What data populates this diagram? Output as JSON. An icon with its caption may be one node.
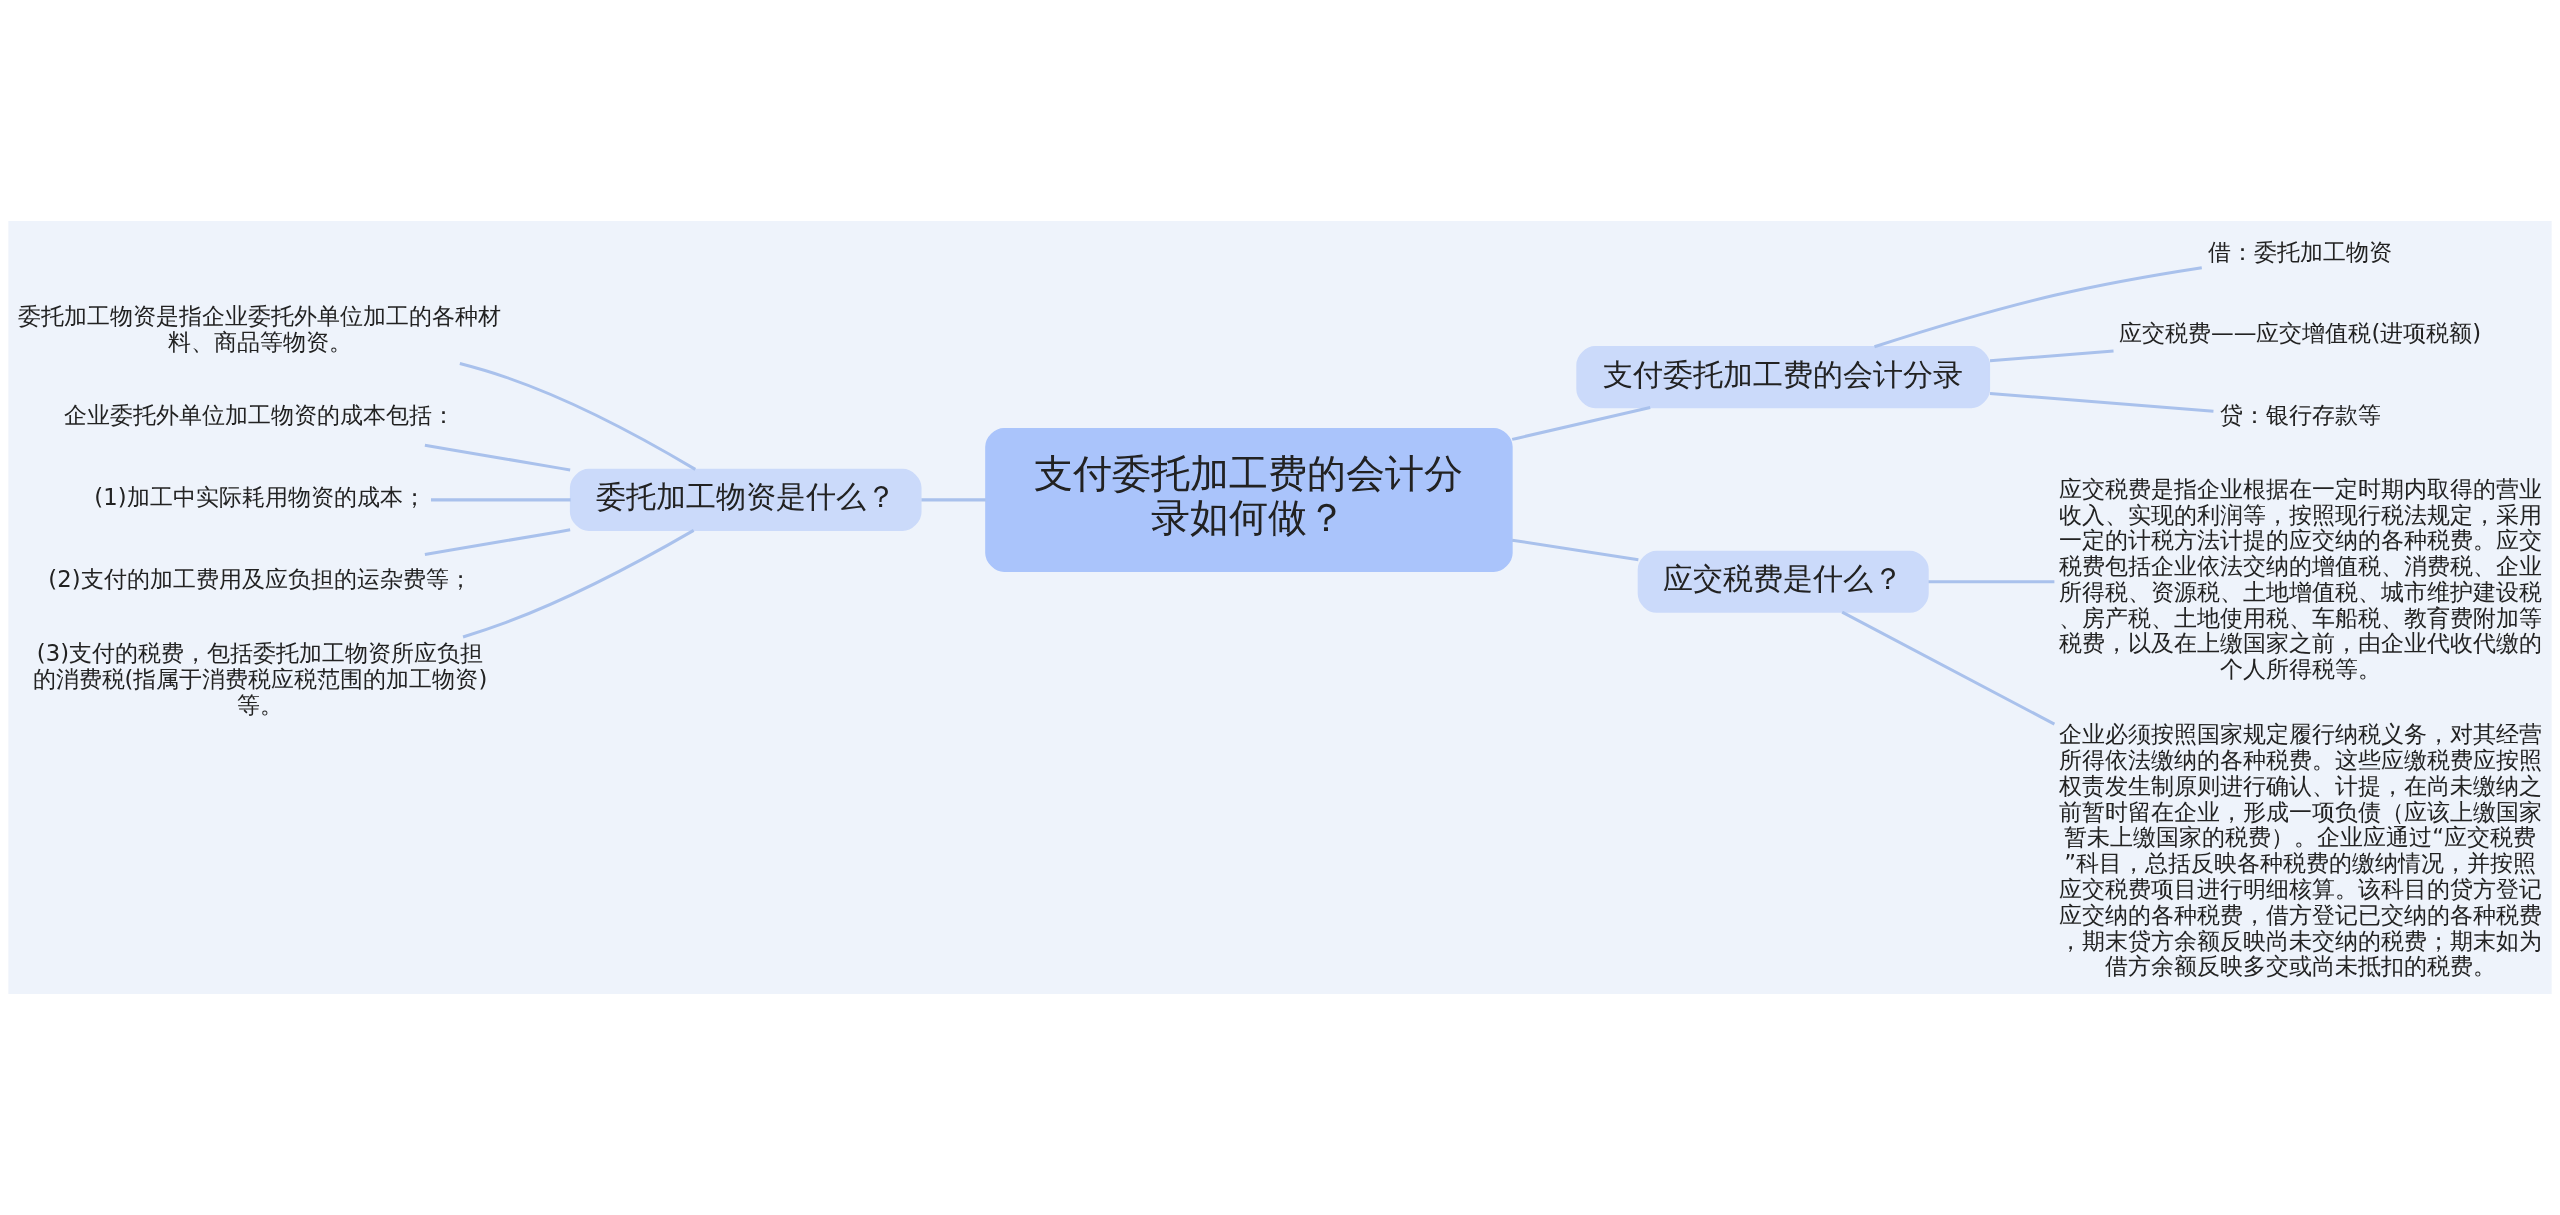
{
  "diagram": {
    "nodes": [
      {
        "text": [
          "支付委托加工费的会计分录如何做？"
        ]
      },
      {
        "text": [
          "委托加工物资是什么？"
        ]
      },
      {
        "text": [
          "委托加工物资是指企业委托外单位加工的各种材料、商品等物资。"
        ]
      },
      {
        "text": [
          "企业委托外单位加工物资的成本包括："
        ]
      },
      {
        "text": [
          "(1)加工中实际耗用物资的成本；"
        ]
      },
      {
        "text": [
          "(2)支付的加工费用及应负担的运杂费等；"
        ]
      },
      {
        "text": [
          "(3)支付的税费，包括委托加工物资所应负担的消费税(指属于消费税应税范围的加工物资)等。"
        ]
      },
      {
        "text": [
          "支付委托加工费的会计分录"
        ]
      },
      {
        "text": [
          "借：委托加工物资"
        ]
      },
      {
        "text": [
          "应交税费——应交增值税(进项税额)"
        ]
      },
      {
        "text": [
          "贷：银行存款等"
        ]
      },
      {
        "text": [
          "应交税费是什么？"
        ]
      },
      {
        "text": [
          "应交税费是指企业根据在一定时期内取得的营业收入、实现的利润等，按照现行税法规定，采用一定的计税方法计提的应交纳的各种税费。应交税费包括企业依法交纳的增值税、消费税、企业所得税、资源税、土地增值税、城市维护建设税、房产税、土地使用税、车船税、教育费附加等税费，以及在上缴国家之前，由企业代收代缴的个人所得税等。"
        ]
      },
      {
        "text": [
          "企业必须按照国家规定履行纳税义务，对其经营所得依法缴纳的各种税费。这些应缴税费应按照权责发生制原则进行确认、计提，在尚未缴纳之前暂时留在企业，形成一项负债（应该上缴国家暂未上缴国家的税费）。企业应通过“应交税费”科目，总括反映各种税费的缴纳情况，并按照应交税费项目进行明细核算。该科目的贷方登记应交纳的各种税费，借方登记已交纳的各种税费，期末贷方余额反映尚未交纳的税费；期末如为借方余额反映多交或尚未抵扣的税费。"
        ]
      }
    ],
    "edges": [
      {
        "from": 0,
        "to": 1,
        "arrow": "none"
      },
      {
        "from": 1,
        "to": 2,
        "arrow": "none"
      },
      {
        "from": 1,
        "to": 3,
        "arrow": "none"
      },
      {
        "from": 1,
        "to": 4,
        "arrow": "none"
      },
      {
        "from": 1,
        "to": 5,
        "arrow": "none"
      },
      {
        "from": 1,
        "to": 6,
        "arrow": "none"
      },
      {
        "from": 0,
        "to": 7,
        "arrow": "none"
      },
      {
        "from": 7,
        "to": 8,
        "arrow": "none"
      },
      {
        "from": 7,
        "to": 9,
        "arrow": "none"
      },
      {
        "from": 7,
        "to": 10,
        "arrow": "none"
      },
      {
        "from": 0,
        "to": 11,
        "arrow": "none"
      },
      {
        "from": 11,
        "to": 12,
        "arrow": "none"
      },
      {
        "from": 11,
        "to": 13,
        "arrow": "none"
      }
    ]
  }
}
